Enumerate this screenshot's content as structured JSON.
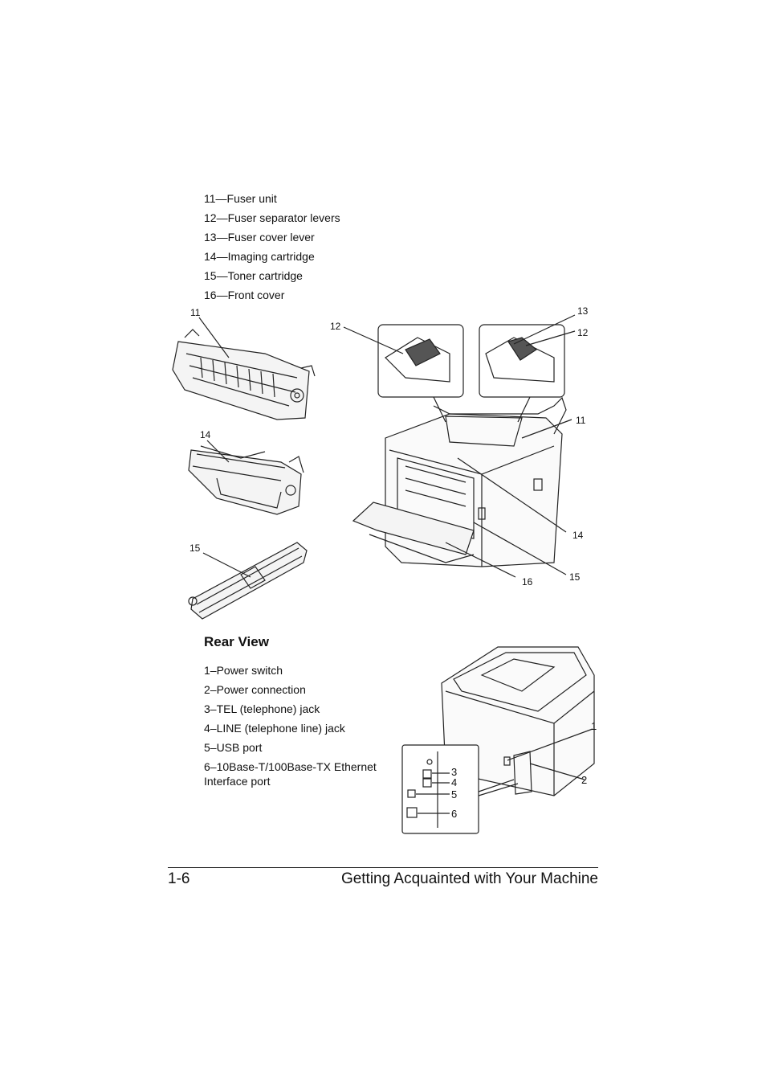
{
  "front_legend": [
    "11—Fuser unit",
    "12—Fuser separator levers",
    "13—Fuser cover lever",
    "14—Imaging cartridge",
    "15—Toner cartridge",
    "16—Front cover"
  ],
  "front_callouts": {
    "fuser_11": "11",
    "imaging_14": "14",
    "toner_15": "15",
    "detail_12_left": "12",
    "detail_13": "13",
    "detail_12_right": "12",
    "printer_11": "11",
    "printer_14": "14",
    "printer_15": "15",
    "printer_16": "16"
  },
  "rear_view": {
    "heading": "Rear View",
    "items": [
      "1–Power switch",
      "2–Power connection",
      "3–TEL (telephone) jack",
      "4–LINE (telephone line) jack",
      "5–USB port",
      "6–10Base-T/100Base-TX Ethernet Interface port"
    ],
    "callouts": {
      "c1": "1",
      "c2": "2",
      "c3": "3",
      "c4": "4",
      "c5": "5",
      "c6": "6"
    }
  },
  "footer": {
    "page_number": "1-6",
    "chapter_title": "Getting Acquainted with Your Machine"
  }
}
